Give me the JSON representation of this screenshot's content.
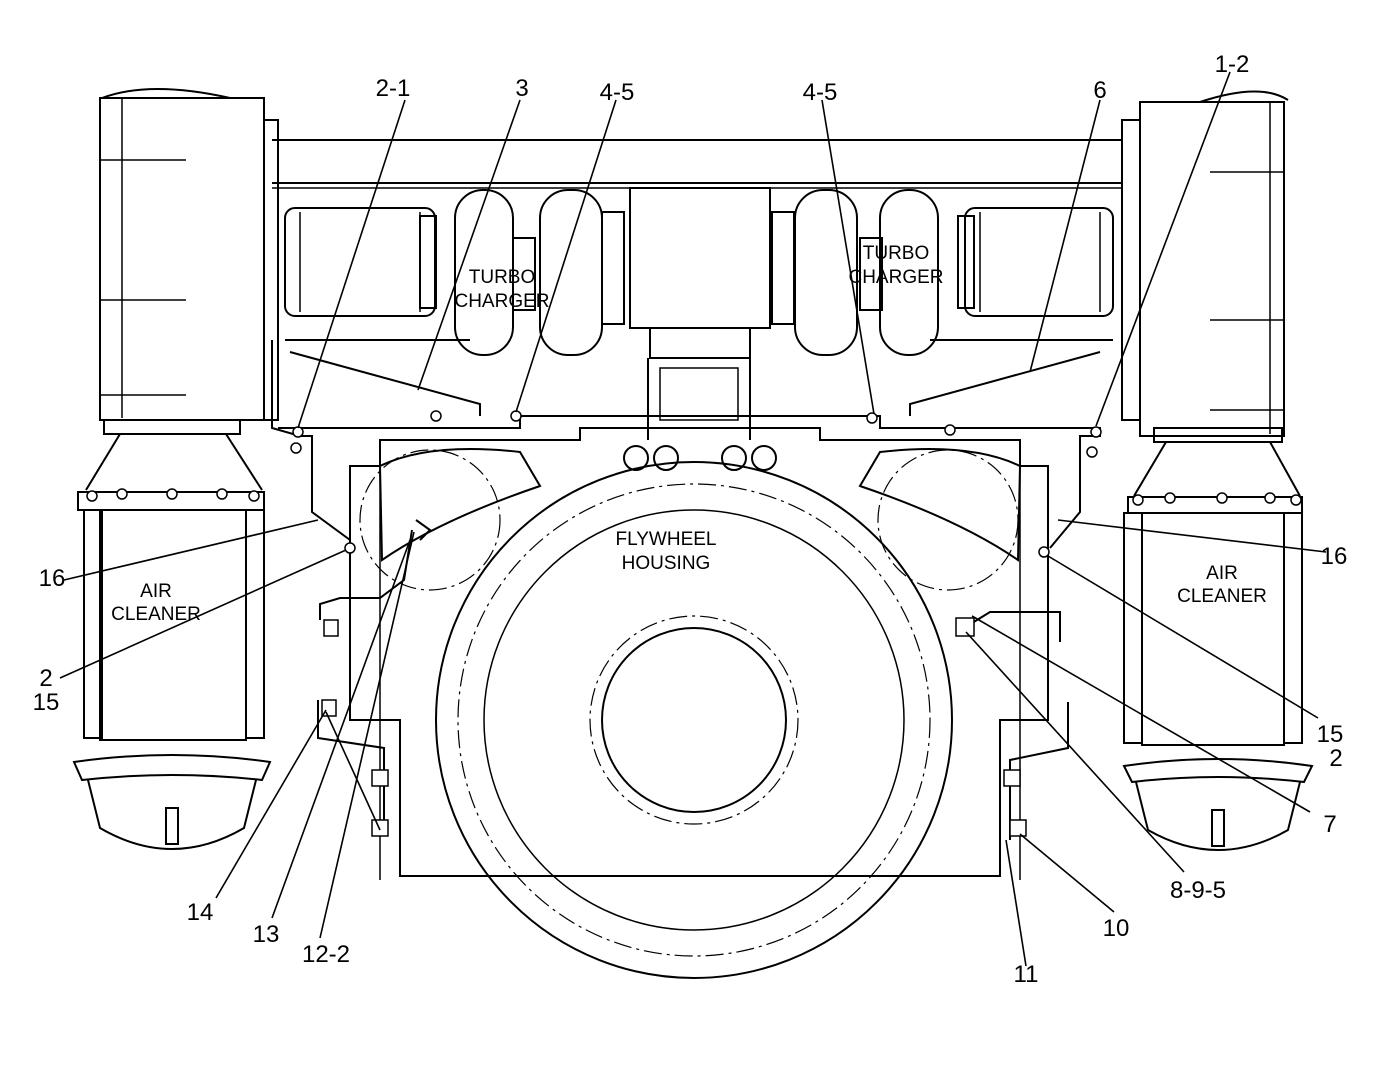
{
  "components": {
    "turbo_left": [
      "TURBO",
      "CHARGER"
    ],
    "turbo_right": [
      "TURBO",
      "CHARGER"
    ],
    "flywheel": [
      "FLYWHEEL",
      "HOUSING"
    ],
    "air_cleaner_left": [
      "AIR",
      "CLEANER"
    ],
    "air_cleaner_right": [
      "AIR",
      "CLEANER"
    ]
  },
  "callouts": [
    {
      "id": "c-2-1",
      "text": "2-1"
    },
    {
      "id": "c-3",
      "text": "3"
    },
    {
      "id": "c-4-5-left",
      "text": "4-5"
    },
    {
      "id": "c-4-5-right",
      "text": "4-5"
    },
    {
      "id": "c-6",
      "text": "6"
    },
    {
      "id": "c-1-2",
      "text": "1-2"
    },
    {
      "id": "c-16-left",
      "text": "16"
    },
    {
      "id": "c-2-left",
      "text": "2"
    },
    {
      "id": "c-15-left",
      "text": "15"
    },
    {
      "id": "c-16-right",
      "text": "16"
    },
    {
      "id": "c-15-right",
      "text": "15"
    },
    {
      "id": "c-2-right",
      "text": "2"
    },
    {
      "id": "c-7",
      "text": "7"
    },
    {
      "id": "c-8-9-5",
      "text": "8-9-5"
    },
    {
      "id": "c-10",
      "text": "10"
    },
    {
      "id": "c-11",
      "text": "11"
    },
    {
      "id": "c-14",
      "text": "14"
    },
    {
      "id": "c-13",
      "text": "13"
    },
    {
      "id": "c-12-2",
      "text": "12-2"
    }
  ]
}
